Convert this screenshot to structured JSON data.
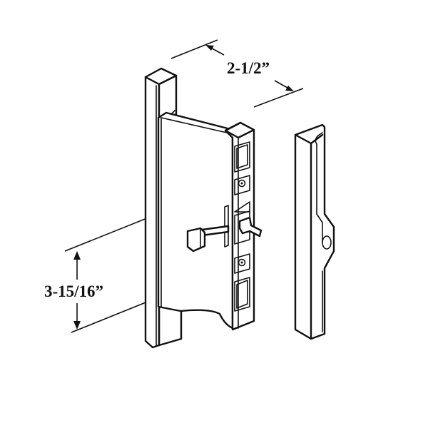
{
  "diagram": {
    "type": "technical-line-drawing",
    "subject": "sliding patio door handle set with keeper",
    "components": [
      "handle-pull",
      "latch-housing",
      "latch-hook",
      "thumb-lever",
      "mounting-screw-hole-top",
      "mounting-screw-hole-bottom",
      "keeper"
    ],
    "dimensions": {
      "width": {
        "label": "2-1/2”"
      },
      "hole_spacing": {
        "label": "3-15/16”"
      }
    },
    "colors": {
      "line": "#111111",
      "background": "#ffffff"
    }
  }
}
